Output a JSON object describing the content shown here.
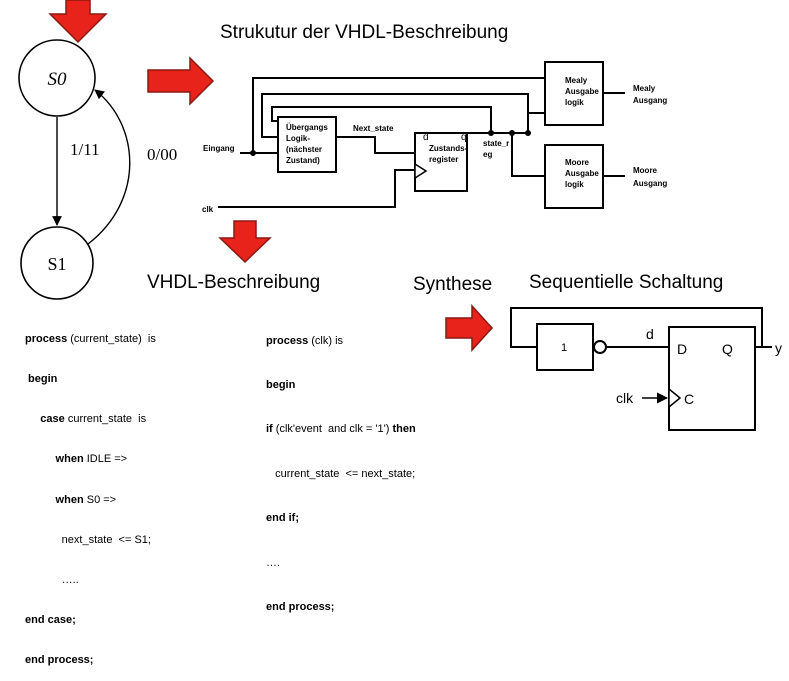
{
  "fsm": {
    "state0": "S0",
    "state1": "S1",
    "arc_down": "1/11",
    "arc_up": "0/00"
  },
  "structure": {
    "title": "Strukutur der VHDL-Beschreibung",
    "input_label": "Eingang",
    "clk_label": "clk",
    "next_state_label": "Next_state",
    "d_label": "d",
    "q_label": "q",
    "state_reg_line1": "state_r",
    "state_reg_line2": "eg",
    "block_uebergang": [
      "Übergangs",
      "Logik-",
      "(nächster",
      "Zustand)"
    ],
    "block_zustand": [
      "Zustands-",
      "register"
    ],
    "block_mealy": [
      "Mealy",
      "Ausgabe",
      "logik"
    ],
    "block_moore": [
      "Moore",
      "Ausgabe",
      "logik"
    ],
    "mealy_out": [
      "Mealy",
      "Ausgang"
    ],
    "moore_out": [
      "Moore",
      "Ausgang"
    ]
  },
  "headings": {
    "vhdl": "VHDL-Beschreibung",
    "synthese": "Synthese",
    "seq": "Sequentielle Schaltung"
  },
  "code1": [
    {
      "kw": "process",
      "rest": " (current_state)  is"
    },
    {
      "kw": " begin",
      "rest": ""
    },
    {
      "kw": "     case",
      "rest": " current_state  is"
    },
    {
      "kw": "          when",
      "rest": " IDLE =>"
    },
    {
      "kw": "          when",
      "rest": " S0 =>"
    },
    {
      "kw": "",
      "rest": "            next_state  <= S1;"
    },
    {
      "kw": "",
      "rest": "            ….."
    },
    {
      "kw": "end case;",
      "rest": ""
    },
    {
      "kw": "end process;",
      "rest": ""
    }
  ],
  "code2": [
    {
      "kw": "process",
      "rest": " (clk) is"
    },
    {
      "kw": "begin",
      "rest": ""
    },
    {
      "kw": "if",
      "rest": " (clk'event  and clk = '1')",
      "kw2": " then"
    },
    {
      "kw": "",
      "rest": "   current_state  <= next_state;"
    },
    {
      "kw": "end if;",
      "rest": ""
    },
    {
      "kw": "",
      "rest": "…."
    },
    {
      "kw": "end process;",
      "rest": ""
    }
  ],
  "circuit": {
    "gate_label": "1",
    "d_wire": "d",
    "ff_d": "D",
    "ff_q": "Q",
    "ff_c": "C",
    "out_y": "y",
    "clk": "clk"
  },
  "colors": {
    "arrow_fill": "#e8231b",
    "arrow_stroke": "#8a1a12",
    "line": "#000000"
  }
}
